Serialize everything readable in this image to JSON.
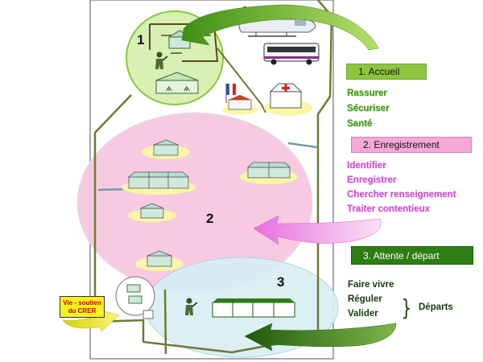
{
  "zones": {
    "zone1_number": "1",
    "zone2_number": "2",
    "zone3_number": "3"
  },
  "steps": {
    "accueil": {
      "label": "1. Accueil",
      "box_color": "#8cc63f",
      "tasks": [
        "Rassurer",
        "Sécuriser",
        "Santé"
      ],
      "task_color": "#3f9b1a"
    },
    "enregistrement": {
      "label": "2. Enregistrement",
      "box_color": "#f6a8d8",
      "tasks": [
        "Identifier",
        "Enregistrer",
        "Chercher renseignement",
        "Traiter contentieux"
      ],
      "task_color": "#d04ed0"
    },
    "attente": {
      "label": "3. Attente / départ",
      "box_color": "#2e7d14",
      "tasks": [
        "Faire vivre",
        "Réguler",
        "Valider"
      ],
      "outcome": "Départs",
      "task_color": "#163a10"
    }
  },
  "soutien": {
    "line1": "Vie - soutien",
    "line2": "du CRER",
    "box_color": "#f3f31f",
    "text_color": "#c80000"
  },
  "colors": {
    "zone1_fill": "#d9f0b4",
    "zone1_stroke": "#8cc63f",
    "zone2_fill": "#f7c8e0",
    "zone3_fill": "#d8eef5",
    "path_color": "#6e7a36",
    "tent_fill": "#cfe8dc",
    "tent_pad": "#fbf6a6"
  }
}
